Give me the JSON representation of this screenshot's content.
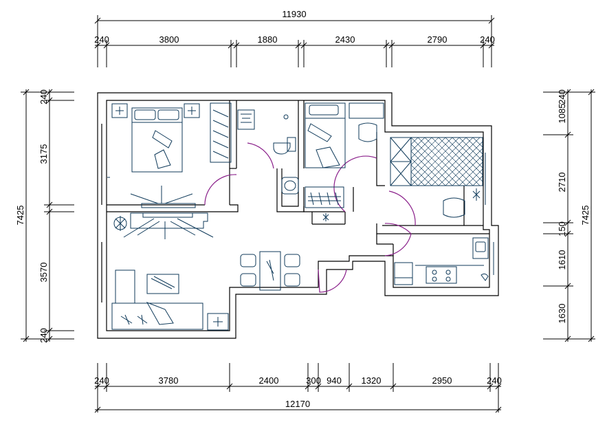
{
  "dimensions": {
    "top_total": "11930",
    "top_segments": [
      "240",
      "3800",
      "1880",
      "2430",
      "2790",
      "240"
    ],
    "bottom_total": "12170",
    "bottom_segments": [
      "240",
      "3780",
      "2400",
      "300",
      "940",
      "1320",
      "2950",
      "240"
    ],
    "left_total": "7425",
    "left_segments": [
      "240",
      "3175",
      "3570",
      "240"
    ],
    "right_total": "7425",
    "right_segments": [
      "1085",
      "240",
      "2710",
      "150",
      "1610",
      "1630"
    ]
  },
  "colors": {
    "line": "#000000",
    "furniture": "#0f3a5a",
    "door": "#8a1f8a"
  }
}
